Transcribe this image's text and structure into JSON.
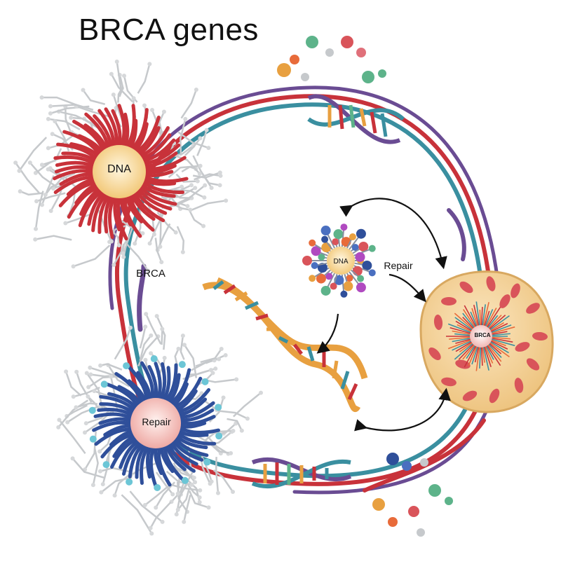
{
  "title": "BRCA genes",
  "labels": {
    "dna_sphere": "DNA",
    "brca_strand": "BRCA",
    "repair_sphere": "Repair",
    "dna_molecule": "DNA",
    "repair_arrow": "Repair",
    "brca_cell": "BRCA"
  },
  "colors": {
    "red": "#c8323a",
    "teal": "#3a8fa0",
    "purple": "#6a4c93",
    "blue": "#2f4f9a",
    "orange": "#e8a040",
    "gold": "#f6d9a0",
    "pink": "#f4c9c4",
    "gray": "#c6c9cc",
    "green": "#5db38a"
  }
}
